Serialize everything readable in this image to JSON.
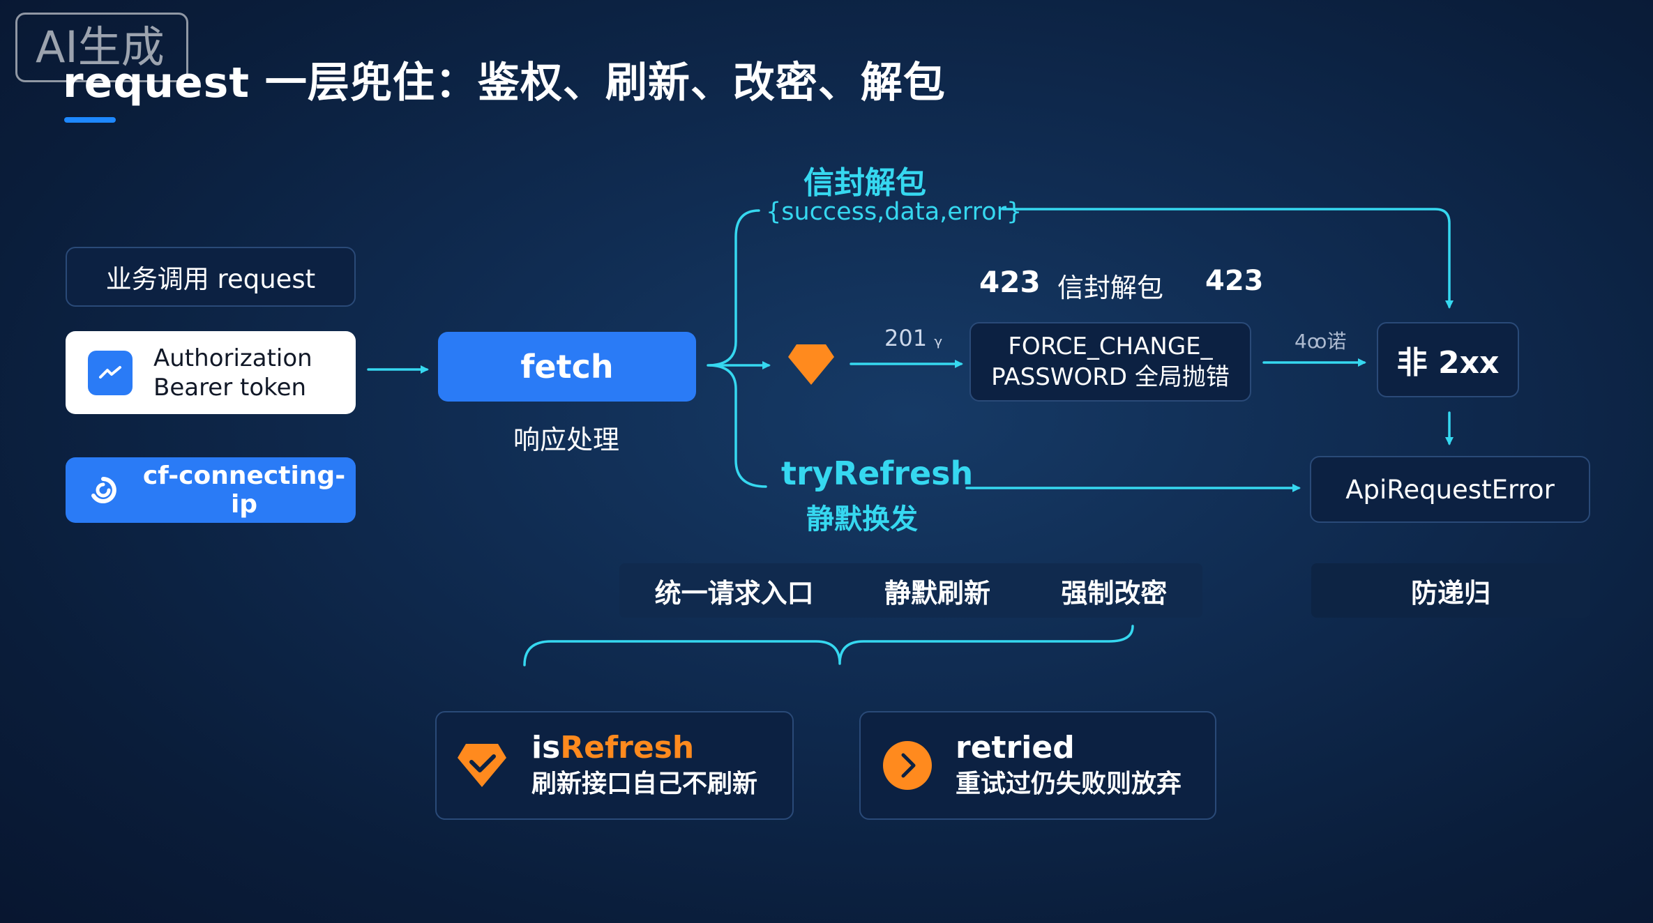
{
  "watermark": "AI生成",
  "title": "request 一层兜住：鉴权、刷新、改密、解包",
  "left": {
    "business_call": "业务调用 request",
    "auth_line1": "Authorization",
    "auth_line2": "Bearer token",
    "cf_ip": "cf-connecting-ip"
  },
  "fetch": {
    "label": "fetch",
    "sublabel": "响应处理"
  },
  "top_branch": {
    "title": "信封解包",
    "subtitle": "{success,data,error}"
  },
  "middle_branch": {
    "header_code_left": "423",
    "header_text": "信封解包",
    "header_code_right": "423",
    "arrow1_label": "201 ᵧ",
    "force_change_line1": "FORCE_CHANGE_",
    "force_change_line2": "PASSWORD 全局抛错",
    "arrow2_label": "4ꝏ诺",
    "non2xx": "非 2xx"
  },
  "bottom_branch": {
    "title": "tryRefresh",
    "subtitle": "静默换发",
    "error_box": "ApiRequestError"
  },
  "features": {
    "items": [
      "统一请求入口",
      "静默刷新",
      "强制改密"
    ],
    "right": "防递归"
  },
  "cards": [
    {
      "title_prefix": "is",
      "title_highlight": "Refresh",
      "desc": "刷新接口自己不刷新",
      "icon": "shield-check-icon"
    },
    {
      "title_prefix": "retried",
      "title_highlight": "",
      "desc": "重试过仍失败则放弃",
      "icon": "chevron-right-circle-icon"
    }
  ],
  "colors": {
    "accent_blue": "#2a7bf6",
    "cyan": "#36d8f0",
    "orange": "#ff8a1e"
  }
}
